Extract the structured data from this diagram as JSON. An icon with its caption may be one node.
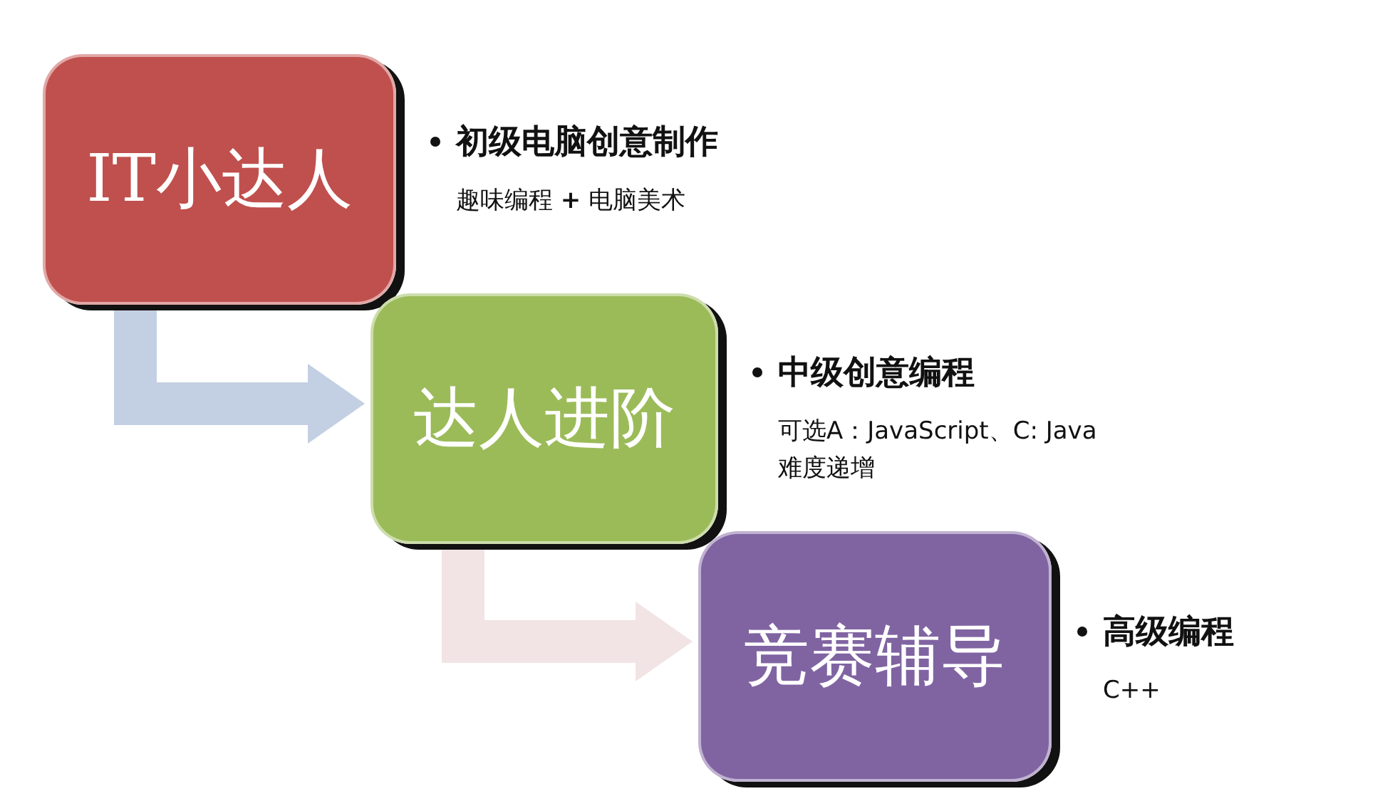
{
  "diagram": {
    "nodes": [
      {
        "text": [
          "IT小达人"
        ],
        "beside": [
          "初级电脑创意制作",
          "趣味编程 **+** 电脑美术"
        ]
      },
      {
        "text": [
          "达人进阶"
        ],
        "beside": [
          "中级创意编程",
          "可选A：JavaScript、C: Java",
          "难度递增"
        ]
      },
      {
        "text": [
          "竞赛辅导"
        ],
        "beside": [
          "高级编程",
          "C++"
        ]
      }
    ],
    "edges": [
      {
        "from": 0,
        "to": 1,
        "arrow": "to",
        "color": "#c3cfe2"
      },
      {
        "from": 1,
        "to": 2,
        "arrow": "to",
        "color": "#f2e4e4"
      }
    ]
  }
}
